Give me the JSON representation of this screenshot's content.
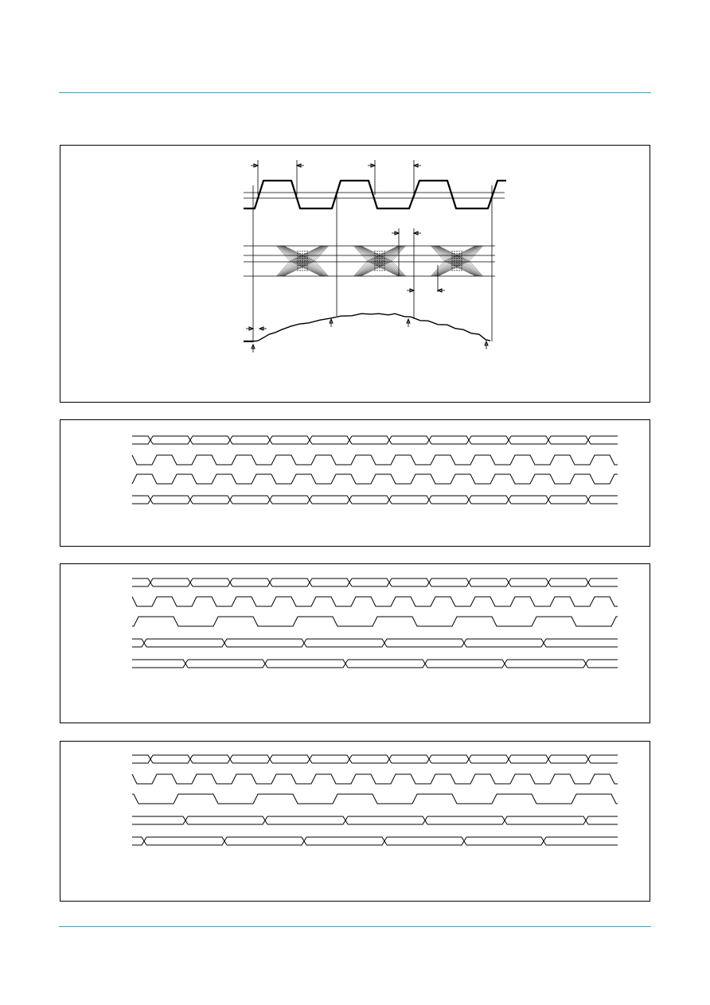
{
  "page": {
    "rule_color": "#2aa6c8",
    "frame_color": "#000000"
  },
  "figures": {
    "eye_diagram": {},
    "timing_a": {
      "lanes": 4
    },
    "timing_b": {
      "lanes": 5
    },
    "timing_c": {
      "lanes": 5
    }
  }
}
